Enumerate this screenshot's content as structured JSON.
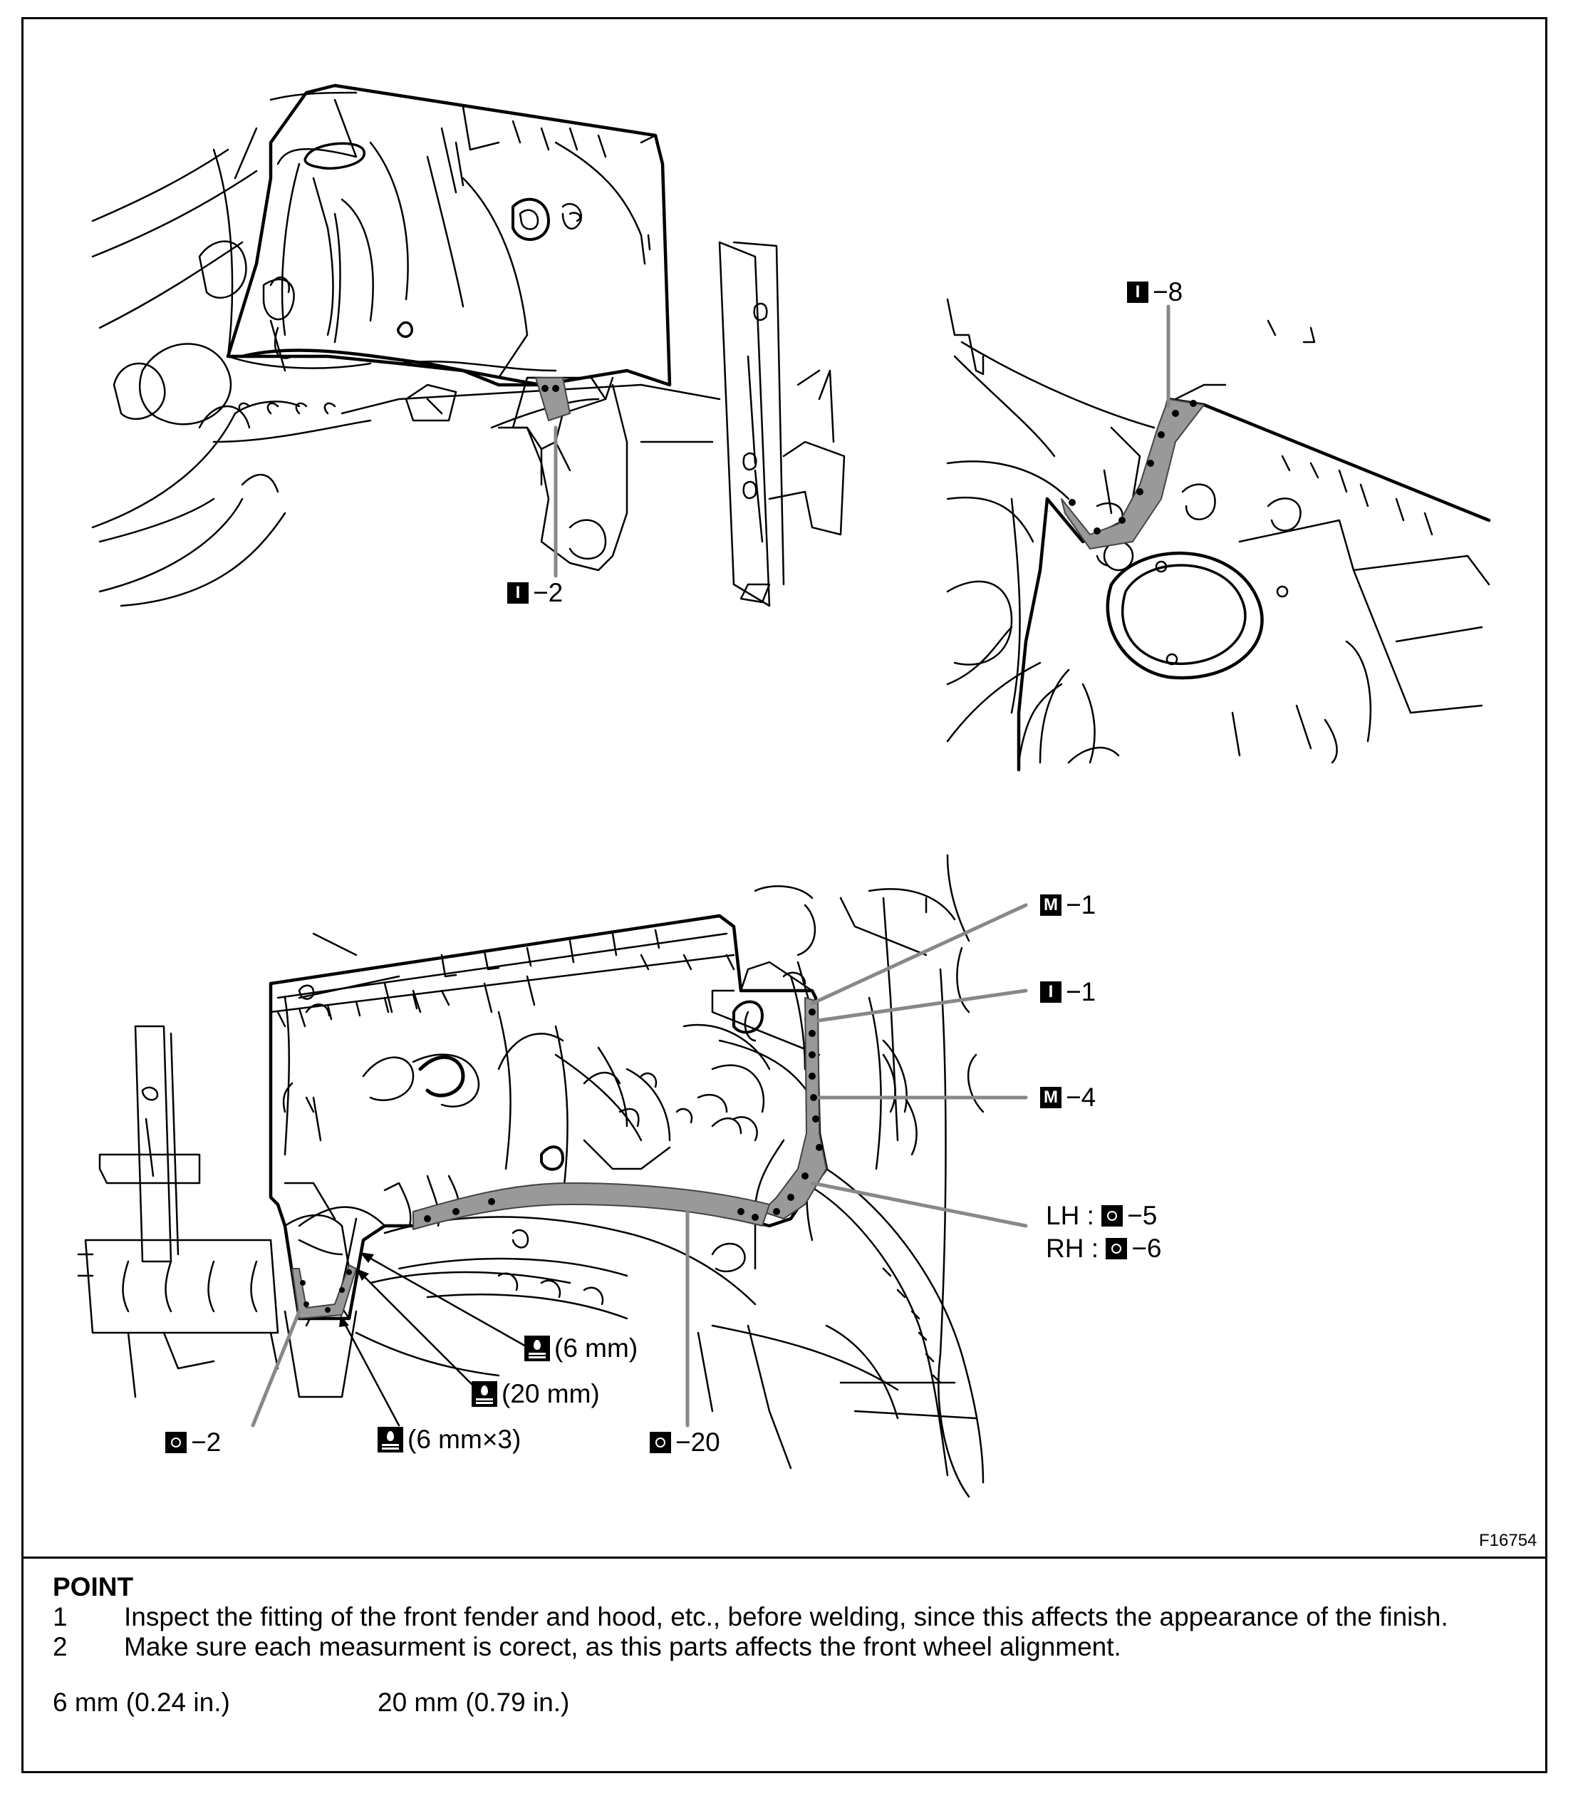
{
  "figure_id": "F16754",
  "callouts": {
    "i2": {
      "mark": "I",
      "text": "−2"
    },
    "i8": {
      "mark": "I",
      "text": "−8"
    },
    "m1": {
      "mark": "M",
      "text": "−1"
    },
    "i1": {
      "mark": "I",
      "text": "−1"
    },
    "m4": {
      "mark": "M",
      "text": "−4"
    },
    "lh": {
      "prefix": "LH : ",
      "text": "−5"
    },
    "rh": {
      "prefix": "RH : ",
      "text": "−6"
    },
    "o2": {
      "text": "−2"
    },
    "o20": {
      "text": "−20"
    },
    "sealer_6": {
      "text": "(6 mm)"
    },
    "sealer_20": {
      "text": "(20 mm)"
    },
    "sealer_6x3": {
      "text": "(6 mm×3)"
    }
  },
  "notes": {
    "title": "POINT",
    "items": [
      {
        "num": "1",
        "text": "Inspect the fitting of the front fender and hood, etc., before welding, since this affects the appearance of the finish."
      },
      {
        "num": "2",
        "text": "Make sure each measurment is corect, as this parts affects the front wheel alignment."
      }
    ],
    "specs": [
      "6 mm (0.24 in.)",
      "20 mm (0.79 in.)"
    ]
  }
}
